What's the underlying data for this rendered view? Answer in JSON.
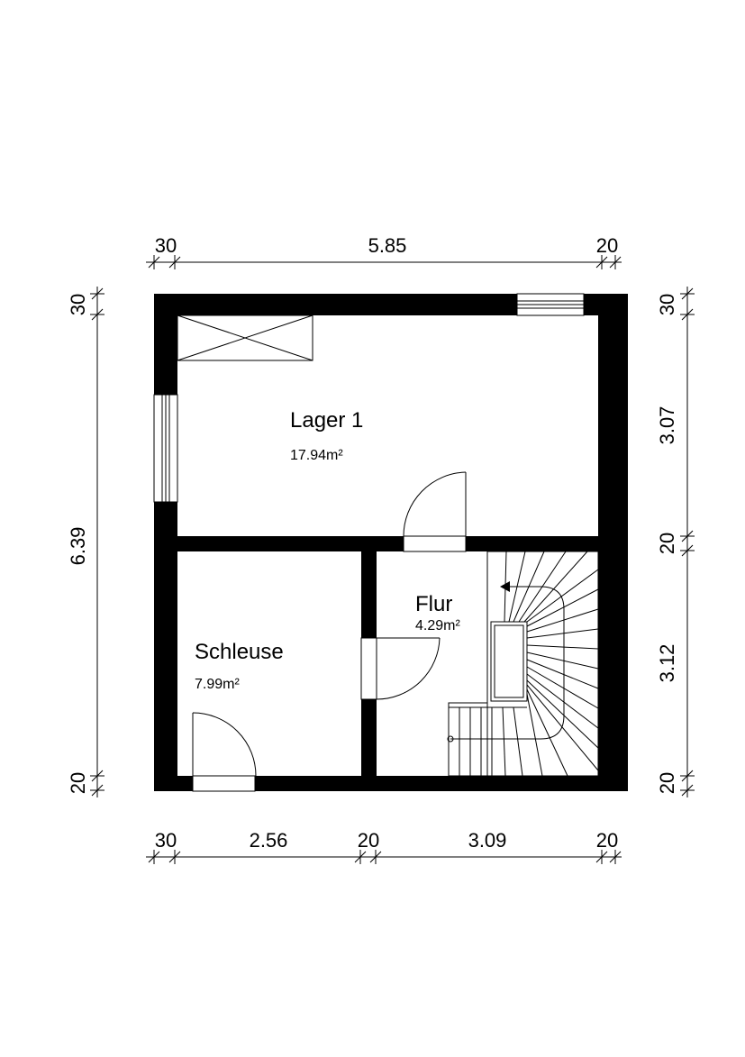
{
  "plan": {
    "rooms": [
      {
        "name": "Lager 1",
        "area": "17.94m²"
      },
      {
        "name": "Schleuse",
        "area": "7.99m²"
      },
      {
        "name": "Flur",
        "area": "4.29m²"
      }
    ],
    "dimensions": {
      "top": [
        "30",
        "5.85",
        "20"
      ],
      "bottom": [
        "30",
        "2.56",
        "20",
        "3.09",
        "20"
      ],
      "left": [
        "30",
        "6.39",
        "20"
      ],
      "right": [
        "30",
        "3.07",
        "20",
        "3.12",
        "20"
      ]
    },
    "colors": {
      "ink": "#000000",
      "paper": "#ffffff"
    }
  }
}
